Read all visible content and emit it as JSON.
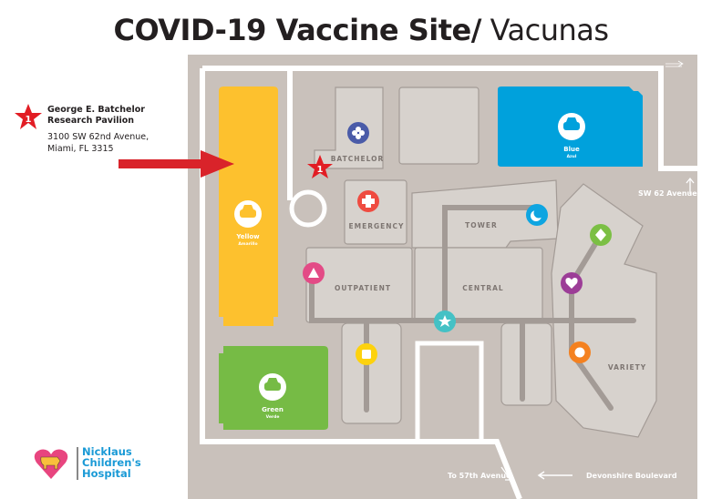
{
  "title": {
    "bold": "COVID-19 Vaccine Site/",
    "normal": " Vacunas"
  },
  "location": {
    "marker": "1",
    "name_line1": "George E. Batchelor",
    "name_line2": "Research Pavilion",
    "address_line1": "3100 SW 62nd Avenue,",
    "address_line2": "Miami, FL 3315"
  },
  "parking": [
    {
      "name": "Yellow",
      "sub": "Amarillo",
      "color": "#fdc12e",
      "icon": "car-icon"
    },
    {
      "name": "Blue",
      "sub": "Azul",
      "color": "#00a1dc",
      "icon": "car-icon"
    },
    {
      "name": "Green",
      "sub": "Verde",
      "color": "#76bb45",
      "icon": "car-icon"
    }
  ],
  "buildings": {
    "batchelor": "BATCHELOR",
    "emergency": "EMERGENCY",
    "tower": "TOWER",
    "outpatient": "OUTPATIENT",
    "central": "CENTRAL",
    "variety": "VARIETY"
  },
  "roads": {
    "sw62": "SW 62 Avenue",
    "to57": "To 57th Avenue",
    "devonshire": "Devonshire Boulevard"
  },
  "markers": [
    {
      "icon": "flower-icon",
      "color": "#4a5ba8"
    },
    {
      "icon": "cross-icon",
      "color": "#ef4b40"
    },
    {
      "icon": "moon-icon",
      "color": "#0ea5e1"
    },
    {
      "icon": "diamond-icon",
      "color": "#7bbf44"
    },
    {
      "icon": "heart-icon",
      "color": "#9c3d97"
    },
    {
      "icon": "triangle-icon",
      "color": "#e34b86"
    },
    {
      "icon": "star-icon",
      "color": "#44c1c5"
    },
    {
      "icon": "square-icon",
      "color": "#fdd20e"
    },
    {
      "icon": "circle-icon",
      "color": "#f48120"
    }
  ],
  "logo": {
    "line1": "Nicklaus",
    "line2": "Children's",
    "line3": "Hospital"
  }
}
